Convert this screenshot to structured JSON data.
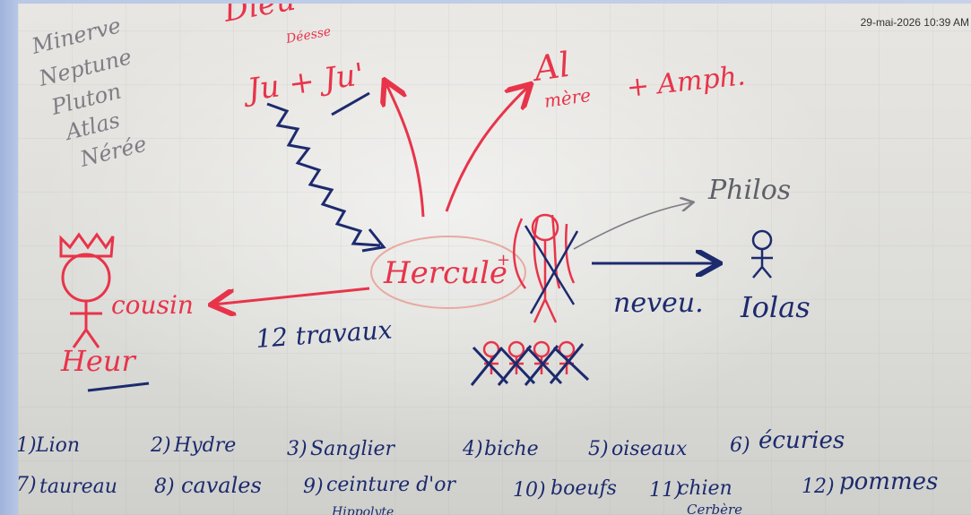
{
  "timestamp": "29-mai-2026 10:39 AM",
  "colors": {
    "red": "#e8344a",
    "navy": "#1c2a6e",
    "grey": "#7d7d85",
    "board": "#e2e1dd"
  },
  "gods_list": [
    "Minerve",
    "Neptune",
    "Pluton",
    "Atlas",
    "Nérée"
  ],
  "top_labels": {
    "dieu": "Dieu",
    "deesse": "Déesse",
    "jupiter_junon": "Ju + Ju'",
    "alcmene": "Al",
    "alcmene_sub": "mère",
    "amphitryon": "+ Amph."
  },
  "center": {
    "hero": "Hercule",
    "hero_mark": "+"
  },
  "relations": {
    "left_role": "cousin",
    "left_name": "Heur",
    "right_role": "neveu.",
    "right_name": "Iolas",
    "upper_right": "Philos",
    "tasks_label": "12 travaux"
  },
  "labours": [
    {
      "num": "1)",
      "name": "Lion"
    },
    {
      "num": "2)",
      "name": "Hydre"
    },
    {
      "num": "3)",
      "name": "Sanglier"
    },
    {
      "num": "4)",
      "name": "biche"
    },
    {
      "num": "5)",
      "name": "oiseaux"
    },
    {
      "num": "6)",
      "name": "écuries"
    },
    {
      "num": "7)",
      "name": "taureau"
    },
    {
      "num": "8)",
      "name": "cavales"
    },
    {
      "num": "9)",
      "name": "ceinture d'or"
    },
    {
      "num": "10)",
      "name": "boeufs"
    },
    {
      "num": "11)",
      "name": "chien"
    },
    {
      "num": "12)",
      "name": "pommes"
    }
  ],
  "labour_notes": {
    "hippolyte": "Hippolyte",
    "cerbere": "Cerbère"
  }
}
